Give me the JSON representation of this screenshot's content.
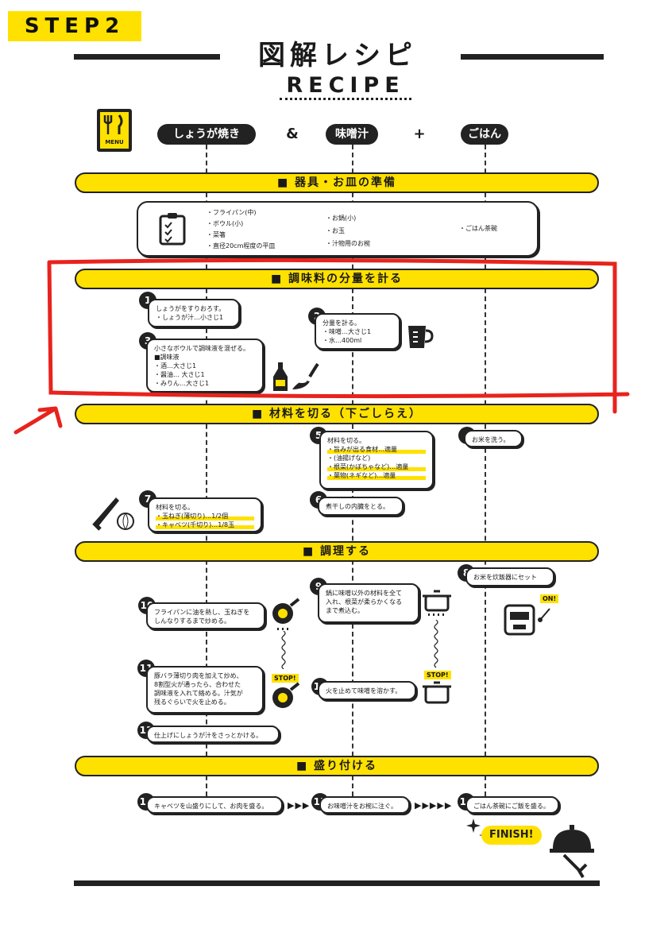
{
  "step_label": "STEP2",
  "title": "図解レシピ",
  "subtitle": "RECIPE",
  "menu_icon_label": "MENU",
  "dishes": [
    "しょうが焼き",
    "味噌汁",
    "ごはん"
  ],
  "connectors": [
    "&",
    "+"
  ],
  "sections": {
    "equipment": "■ 器具・お皿の準備",
    "measure": "■ 調味料の分量を計る",
    "cut": "■ 材料を切る（下ごしらえ）",
    "cook": "■ 調理する",
    "serve": "■ 盛り付ける"
  },
  "equipment": {
    "col1": [
      "・フライパン(中)",
      "・ボウル(小)",
      "・菜箸",
      "・直径20cm程度の平皿"
    ],
    "col2": [
      "・お鍋(小)",
      "・お玉",
      "・汁物用のお椀"
    ],
    "col3": [
      "・ごはん茶碗"
    ]
  },
  "steps": {
    "s1": {
      "num": "1",
      "lines": [
        "しょうがをすりおろす。",
        "・しょうが汁…小さじ1"
      ]
    },
    "s2": {
      "num": "2",
      "lines": [
        "分量を計る。",
        "・味噌…大さじ1",
        "・水…400ml"
      ]
    },
    "s3": {
      "num": "3",
      "lines": [
        "小さなボウルで調味液を混ぜる。",
        "■調味液",
        "・酒…大さじ1",
        "・醤油… 大さじ1",
        "・みりん…大さじ1"
      ]
    },
    "s4": {
      "num": "4",
      "lines": [
        "お米を洗う。"
      ]
    },
    "s5": {
      "num": "5",
      "lines": [
        "材料を切る。",
        "・旨みが出る食材…適量",
        "・(油揚げなど)",
        "・根菜(かぼちゃなど)…適量",
        "・葉物(ネギなど)…適量"
      ]
    },
    "s6": {
      "num": "6",
      "lines": [
        "煮干しの内臓をとる。"
      ]
    },
    "s7": {
      "num": "7",
      "lines": [
        "材料を切る。",
        "・玉ねぎ(薄切り)…1/2個",
        "・キャベツ(千切り)…1/8玉"
      ]
    },
    "s8": {
      "num": "8",
      "lines": [
        "お米を炊飯器にセット"
      ]
    },
    "s9": {
      "num": "9",
      "lines": [
        "鍋に味噌以外の材料を全て",
        "入れ、根菜が柔らかくなる",
        "まで煮込む。"
      ]
    },
    "s10": {
      "num": "10",
      "lines": [
        "フライパンに油を熱し、玉ねぎを",
        "しんなりするまで炒める。"
      ]
    },
    "s11": {
      "num": "11",
      "lines": [
        "豚バラ薄切り肉を加えて炒め、",
        "8割型火が通ったら、合わせた",
        "調味液を入れて絡める。汁気が",
        "残るぐらいで火を止める。"
      ]
    },
    "s12": {
      "num": "12",
      "lines": [
        "火を止めて味噌を溶かす。"
      ]
    },
    "s13": {
      "num": "13",
      "lines": [
        "仕上げにしょうが汁をさっとかける。"
      ]
    },
    "s14": {
      "num": "14",
      "lines": [
        "キャベツを山盛りにして、お肉を盛る。"
      ]
    },
    "s15": {
      "num": "15",
      "lines": [
        "お味噌汁をお椀に注ぐ。"
      ]
    },
    "s16": {
      "num": "16",
      "lines": [
        "ごはん茶碗にご飯を盛る。"
      ]
    }
  },
  "badges": {
    "on": "ON!",
    "stop": "STOP!"
  },
  "arrows": {
    "a1": "▶▶▶",
    "a2": "▶▶▶▶▶"
  },
  "finish": "FINISH!",
  "colors": {
    "accent": "#ffe100",
    "ink": "#222222",
    "annotation": "#e8231d"
  }
}
